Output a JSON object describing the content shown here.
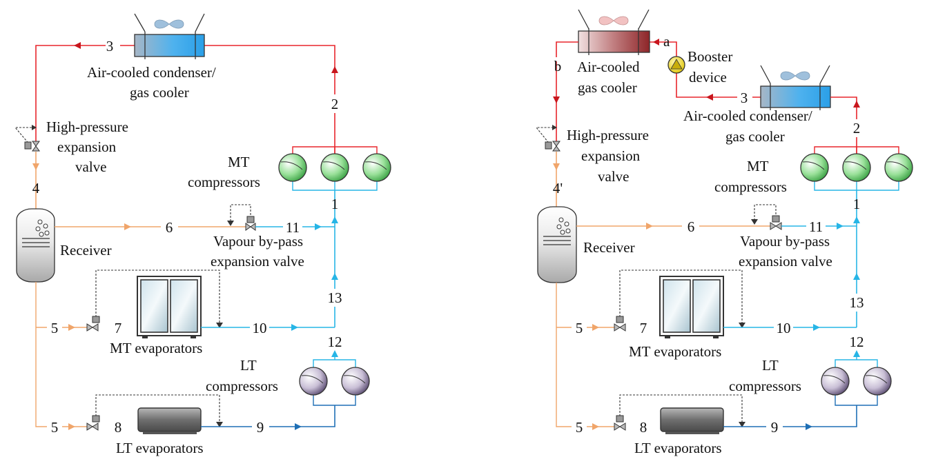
{
  "colors": {
    "hp_line": "#e8252b",
    "hp_arrow": "#c8161d",
    "liquid_line": "#f0a56a",
    "mt_line": "#26b5e6",
    "lt_line": "#1f6fb5",
    "outline": "#333333"
  },
  "left": {
    "condenser_label_1": "Air-cooled condenser/",
    "condenser_label_2": "gas cooler",
    "hpv_label_1": "High-pressure",
    "hpv_label_2": "expansion",
    "hpv_label_3": "valve",
    "mt_comp_1": "MT",
    "mt_comp_2": "compressors",
    "receiver": "Receiver",
    "bypass_1": "Vapour by-pass",
    "bypass_2": "expansion valve",
    "mt_evap": "MT evaporators",
    "lt_comp_1": "LT",
    "lt_comp_2": "compressors",
    "lt_evap": "LT evaporators",
    "n1": "1",
    "n2": "2",
    "n3": "3",
    "n4": "4",
    "n5a": "5",
    "n5b": "5",
    "n6": "6",
    "n7": "7",
    "n8": "8",
    "n9": "9",
    "n10": "10",
    "n11": "11",
    "n12": "12",
    "n13": "13"
  },
  "right": {
    "gascooler_label_1": "Air-cooled",
    "gascooler_label_2": "gas cooler",
    "booster_1": "Booster",
    "booster_2": "device",
    "pa": "a",
    "pb": "b",
    "condenser_label_1": "Air-cooled condenser/",
    "condenser_label_2": "gas cooler",
    "hpv_label_1": "High-pressure",
    "hpv_label_2": "expansion",
    "hpv_label_3": "valve",
    "mt_comp_1": "MT",
    "mt_comp_2": "compressors",
    "receiver": "Receiver",
    "bypass_1": "Vapour by-pass",
    "bypass_2": "expansion valve",
    "mt_evap": "MT evaporators",
    "lt_comp_1": "LT",
    "lt_comp_2": "compressors",
    "lt_evap": "LT evaporators",
    "n1": "1",
    "n2": "2",
    "n3": "3",
    "n4": "4'",
    "n5a": "5",
    "n5b": "5",
    "n6": "6",
    "n7": "7",
    "n8": "8",
    "n9": "9",
    "n10": "10",
    "n11": "11",
    "n12": "12",
    "n13": "13"
  }
}
